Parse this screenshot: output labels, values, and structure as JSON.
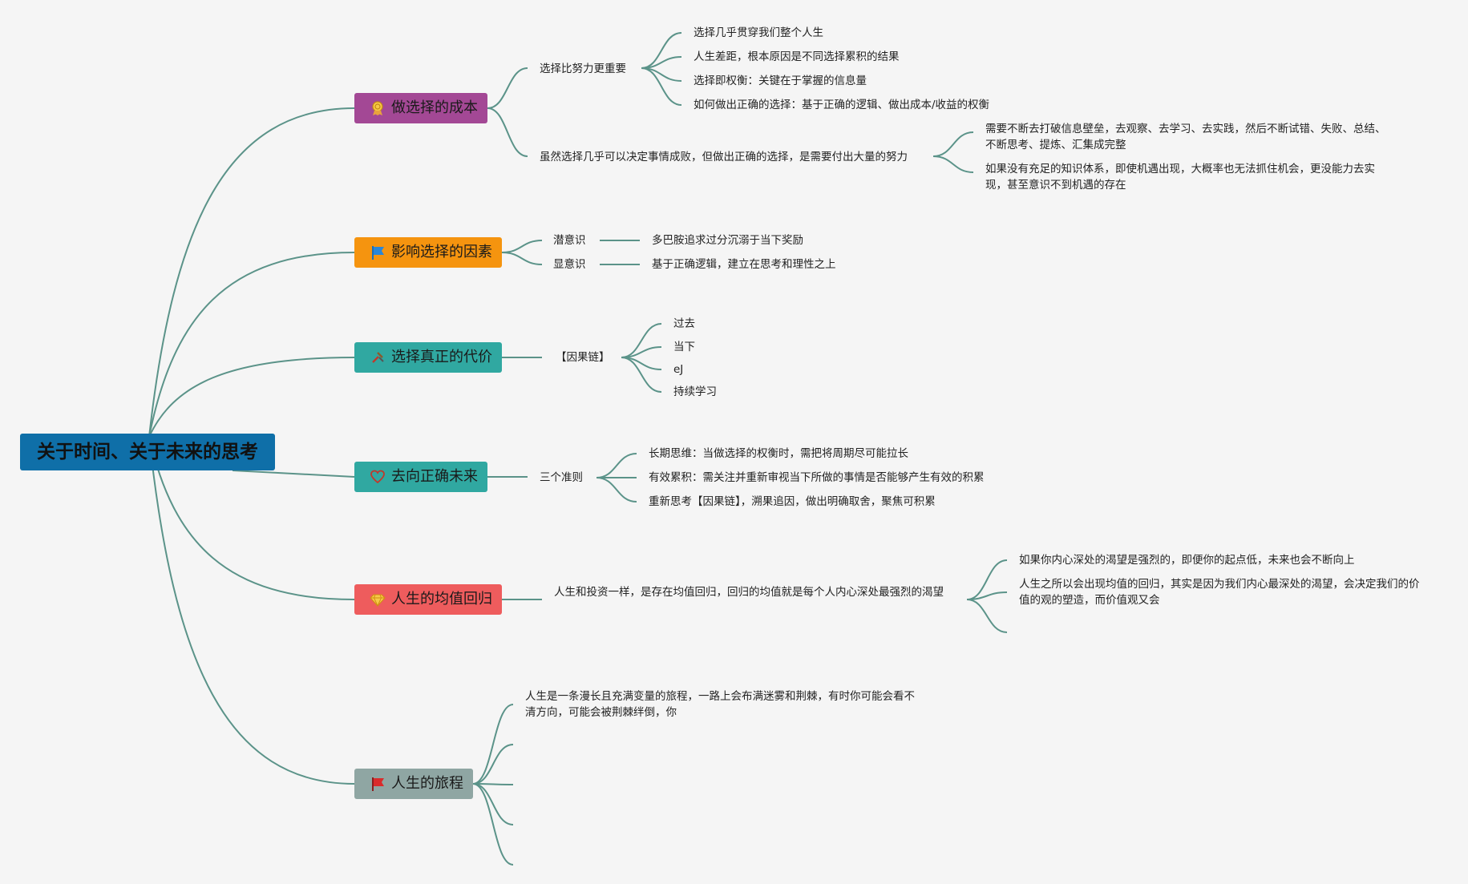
{
  "root": {
    "title": "关于时间、关于未来的思考"
  },
  "topics": {
    "cost": {
      "label": "做选择的成本",
      "icon": "award-icon",
      "color": "#a34895",
      "sub1": "选择比努力更重要",
      "sub1_items": [
        "选择几乎贯穿我们整个人生",
        "人生差距，根本原因是不同选择累积的结果",
        "选择即权衡：关键在于掌握的信息量",
        "如何做出正确的选择：基于正确的逻辑、做出成本/收益的权衡"
      ],
      "sub2": "虽然选择几乎可以决定事情成败，但做出正确的选择，是需要付出大量的努力",
      "sub2_items": [
        "需要不断去打破信息壁垒，去观察、去学习、去实践，然后不断试错、失败、总结、不断思考、提炼、汇集成完整",
        "如果没有充足的知识体系，即使机遇出现，大概率也无法抓住机会，更没能力去实现，甚至意识不到机遇的存在"
      ]
    },
    "factors": {
      "label": "影响选择的因素",
      "icon": "flag-blue-icon",
      "color": "#f5940f",
      "items": [
        {
          "label": "潜意识",
          "detail": "多巴胺追求过分沉溺于当下奖励"
        },
        {
          "label": "显意识",
          "detail": "基于正确逻辑，建立在思考和理性之上"
        }
      ]
    },
    "price": {
      "label": "选择真正的代价",
      "icon": "tools-icon",
      "color": "#30a8a1",
      "sub": "【因果链】",
      "items": [
        "过去",
        "当下",
        "eJ",
        "持续学习"
      ]
    },
    "future": {
      "label": "去向正确未来",
      "icon": "heart-icon",
      "color": "#30a8a1",
      "sub": "三个准则",
      "items": [
        "长期思维：当做选择的权衡时，需把将周期尽可能拉长",
        "有效累积：需关注并重新审视当下所做的事情是否能够产生有效的积累",
        "重新思考【因果链】，溯果追因，做出明确取舍，聚焦可积累"
      ]
    },
    "mean": {
      "label": "人生的均值回归",
      "icon": "diamond-icon",
      "color": "#ee5c5d",
      "sub": "人生和投资一样，是存在均值回归，回归的均值就是每个人内心深处最强烈的渴望",
      "items": [
        "如果你内心深处的渴望是强烈的，即便你的起点低，未来也会不断向上",
        "人生之所以会出现均值的回归，其实是因为我们内心最深处的渴望，会决定我们的价值的观的塑造，而价值观又会"
      ]
    },
    "journey": {
      "label": "人生的旅程",
      "icon": "flag-red-icon",
      "color": "#8fa6a3",
      "items": [
        "人生是一条漫长且充满变量的旅程，一路上会布满迷雾和荆棘，有时你可能会看不清方向，可能会被荆棘绊倒，你"
      ]
    }
  }
}
